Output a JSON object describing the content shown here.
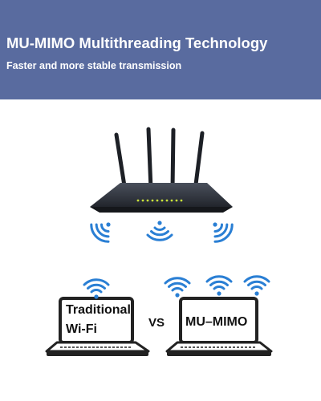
{
  "banner": {
    "title": "MU-MIMO Multithreading Technology",
    "subtitle": "Faster and more stable transmission",
    "color": "#596b9f"
  },
  "comparison": {
    "left_label_line1": "Traditional",
    "left_label_line2": "Wi-Fi",
    "vs_label": "VS",
    "right_label": "MU–MIMO"
  },
  "icons": [
    "router-icon",
    "wifi-signal-icon",
    "laptop-icon"
  ],
  "colors": {
    "wifi": "#2a7fd4",
    "router": "#2b2f38",
    "led": "#c9e23a"
  }
}
